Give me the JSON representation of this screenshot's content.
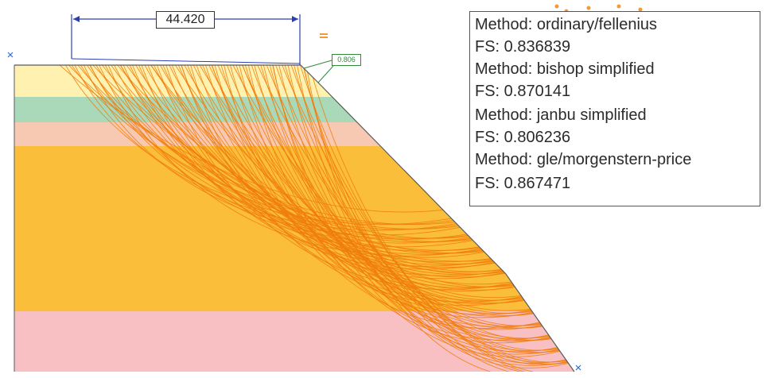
{
  "dimension": {
    "value": "44.420"
  },
  "min_fs_tag": {
    "value": "0.806"
  },
  "results": [
    {
      "label": "Method: ordinary/fellenius"
    },
    {
      "label": "FS: 0.836839"
    },
    {
      "label": "Method: bishop simplified"
    },
    {
      "label": "FS: 0.870141"
    },
    {
      "label": "Method: janbu simplified"
    },
    {
      "label": "FS: 0.806236"
    },
    {
      "label": "Method: gle/morgenstern-price"
    },
    {
      "label": "FS: 0.867471"
    }
  ],
  "colors": {
    "layer_topsoil": "#fff2b0",
    "layer_clay_green": "#a9d9b8",
    "layer_salmon": "#f8c9b2",
    "layer_main": "#fbbe3a",
    "layer_base_pink": "#f9c0c3",
    "slip_surface": "#f07d0c",
    "dimension_line": "#2b3fb5",
    "fs_tag": "#2e8b3a"
  },
  "icons": {
    "corner_marker": "x-marker-icon",
    "grid_marker": "grid-marker-icon"
  }
}
